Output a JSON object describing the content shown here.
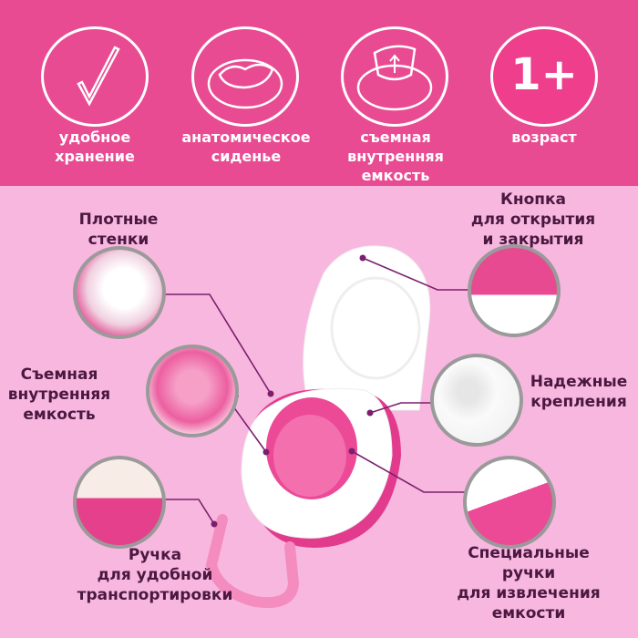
{
  "colors": {
    "banner": "#e94b93",
    "background": "#f8b7df",
    "text": "#4a1840",
    "leader_line": "#7a1f6e",
    "product_pink": "#ec4a97"
  },
  "features": [
    {
      "icon": "checkmark-icon",
      "label": [
        "удобное",
        "хранение"
      ]
    },
    {
      "icon": "potty-seat-icon",
      "label": [
        "анатомическое",
        "сиденье"
      ]
    },
    {
      "icon": "removable-bowl-icon",
      "label": [
        "съемная",
        "внутренняя",
        "емкость"
      ]
    },
    {
      "icon": "age-badge-icon",
      "badge": "1+",
      "label": [
        "возраст"
      ]
    }
  ],
  "callouts": {
    "walls": [
      "Плотные",
      "стенки"
    ],
    "inner": [
      "Съемная",
      "внутренняя",
      "емкость"
    ],
    "handle": [
      "Ручка",
      "для удобной",
      "транспортировки"
    ],
    "button": [
      "Кнопка",
      "для открытия",
      "и закрытия"
    ],
    "fasteners": [
      "Надежные",
      "крепления"
    ],
    "grips": [
      "Специальные",
      "ручки",
      "для извлечения",
      "емкости"
    ]
  }
}
